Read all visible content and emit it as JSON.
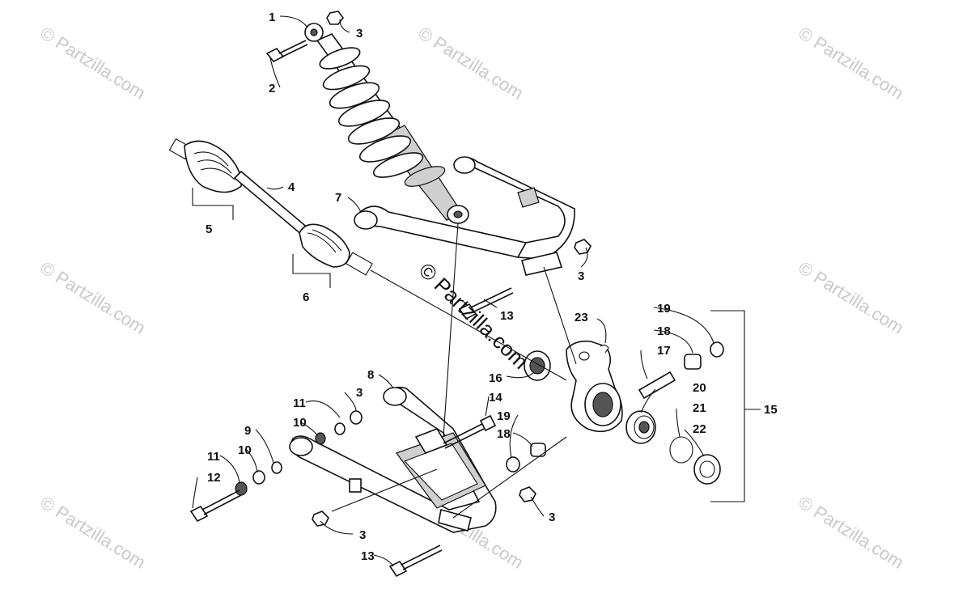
{
  "watermark": {
    "text": "© Partzilla.com",
    "center_text": "© Partzilla.com"
  },
  "callouts": [
    {
      "id": "c1",
      "label": "1"
    },
    {
      "id": "c2",
      "label": "2"
    },
    {
      "id": "c3a",
      "label": "3"
    },
    {
      "id": "c3b",
      "label": "3"
    },
    {
      "id": "c3c",
      "label": "3"
    },
    {
      "id": "c3d",
      "label": "3"
    },
    {
      "id": "c3e",
      "label": "3"
    },
    {
      "id": "c4",
      "label": "4"
    },
    {
      "id": "c5",
      "label": "5"
    },
    {
      "id": "c6",
      "label": "6"
    },
    {
      "id": "c7",
      "label": "7"
    },
    {
      "id": "c8",
      "label": "8"
    },
    {
      "id": "c9",
      "label": "9"
    },
    {
      "id": "c10a",
      "label": "10"
    },
    {
      "id": "c10b",
      "label": "10"
    },
    {
      "id": "c11a",
      "label": "11"
    },
    {
      "id": "c11b",
      "label": "11"
    },
    {
      "id": "c12",
      "label": "12"
    },
    {
      "id": "c13a",
      "label": "13"
    },
    {
      "id": "c13b",
      "label": "13"
    },
    {
      "id": "c14",
      "label": "14"
    },
    {
      "id": "c15",
      "label": "15"
    },
    {
      "id": "c16",
      "label": "16"
    },
    {
      "id": "c17",
      "label": "17"
    },
    {
      "id": "c18a",
      "label": "18"
    },
    {
      "id": "c18b",
      "label": "18"
    },
    {
      "id": "c19a",
      "label": "19"
    },
    {
      "id": "c19b",
      "label": "19"
    },
    {
      "id": "c20",
      "label": "20"
    },
    {
      "id": "c21",
      "label": "21"
    },
    {
      "id": "c22",
      "label": "22"
    },
    {
      "id": "c23",
      "label": "23"
    }
  ],
  "colors": {
    "line": "#111111",
    "watermark": "#c9c9c9",
    "background": "#ffffff"
  }
}
